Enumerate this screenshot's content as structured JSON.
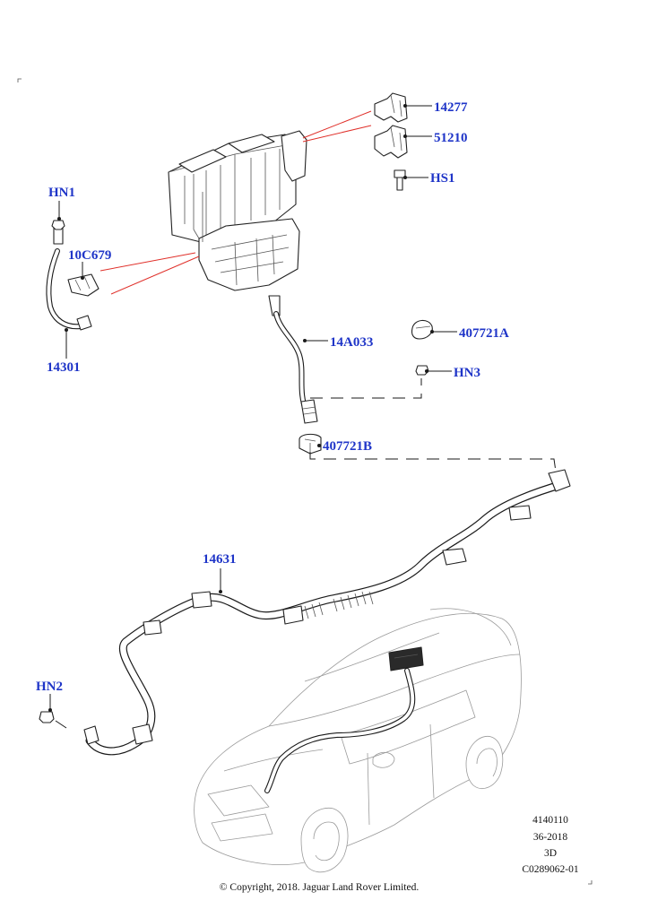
{
  "callouts": {
    "c14277": "14277",
    "c51210": "51210",
    "hs1": "HS1",
    "hn1": "HN1",
    "c10c679": "10C679",
    "c14301": "14301",
    "c14a033": "14A033",
    "c407721a": "407721A",
    "hn3": "HN3",
    "c407721b": "407721B",
    "c14631": "14631",
    "hn2": "HN2"
  },
  "info_block": {
    "line1": "4140110",
    "line2": "36-2018",
    "line3": "3D",
    "line4": "C0289062-01"
  },
  "copyright": "© Copyright, 2018. Jaguar Land Rover Limited.",
  "colors": {
    "callout_text": "#1f35c8",
    "callout_line_red": "#e0302a",
    "line": "#1a1a1a"
  }
}
